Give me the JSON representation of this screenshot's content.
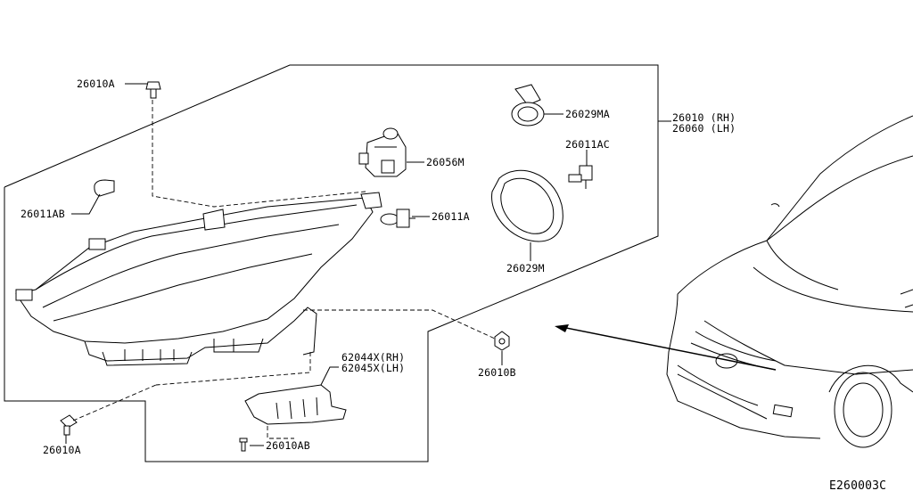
{
  "diagram": {
    "code": "E260003C",
    "assembly_labels": [
      "26010 (RH)",
      "26060 (LH)"
    ],
    "labels": {
      "p26010A_top": "26010A",
      "p26011AB": "26011AB",
      "p26056M": "26056M",
      "p26011A": "26011A",
      "p26029MA": "26029MA",
      "p26011AC": "26011AC",
      "p26029M": "26029M",
      "p26010B": "26010B",
      "p62044X": "62044X(RH)",
      "p62045X": "62045X(LH)",
      "p26010A_bottom": "26010A",
      "p26010AB": "26010AB"
    }
  }
}
